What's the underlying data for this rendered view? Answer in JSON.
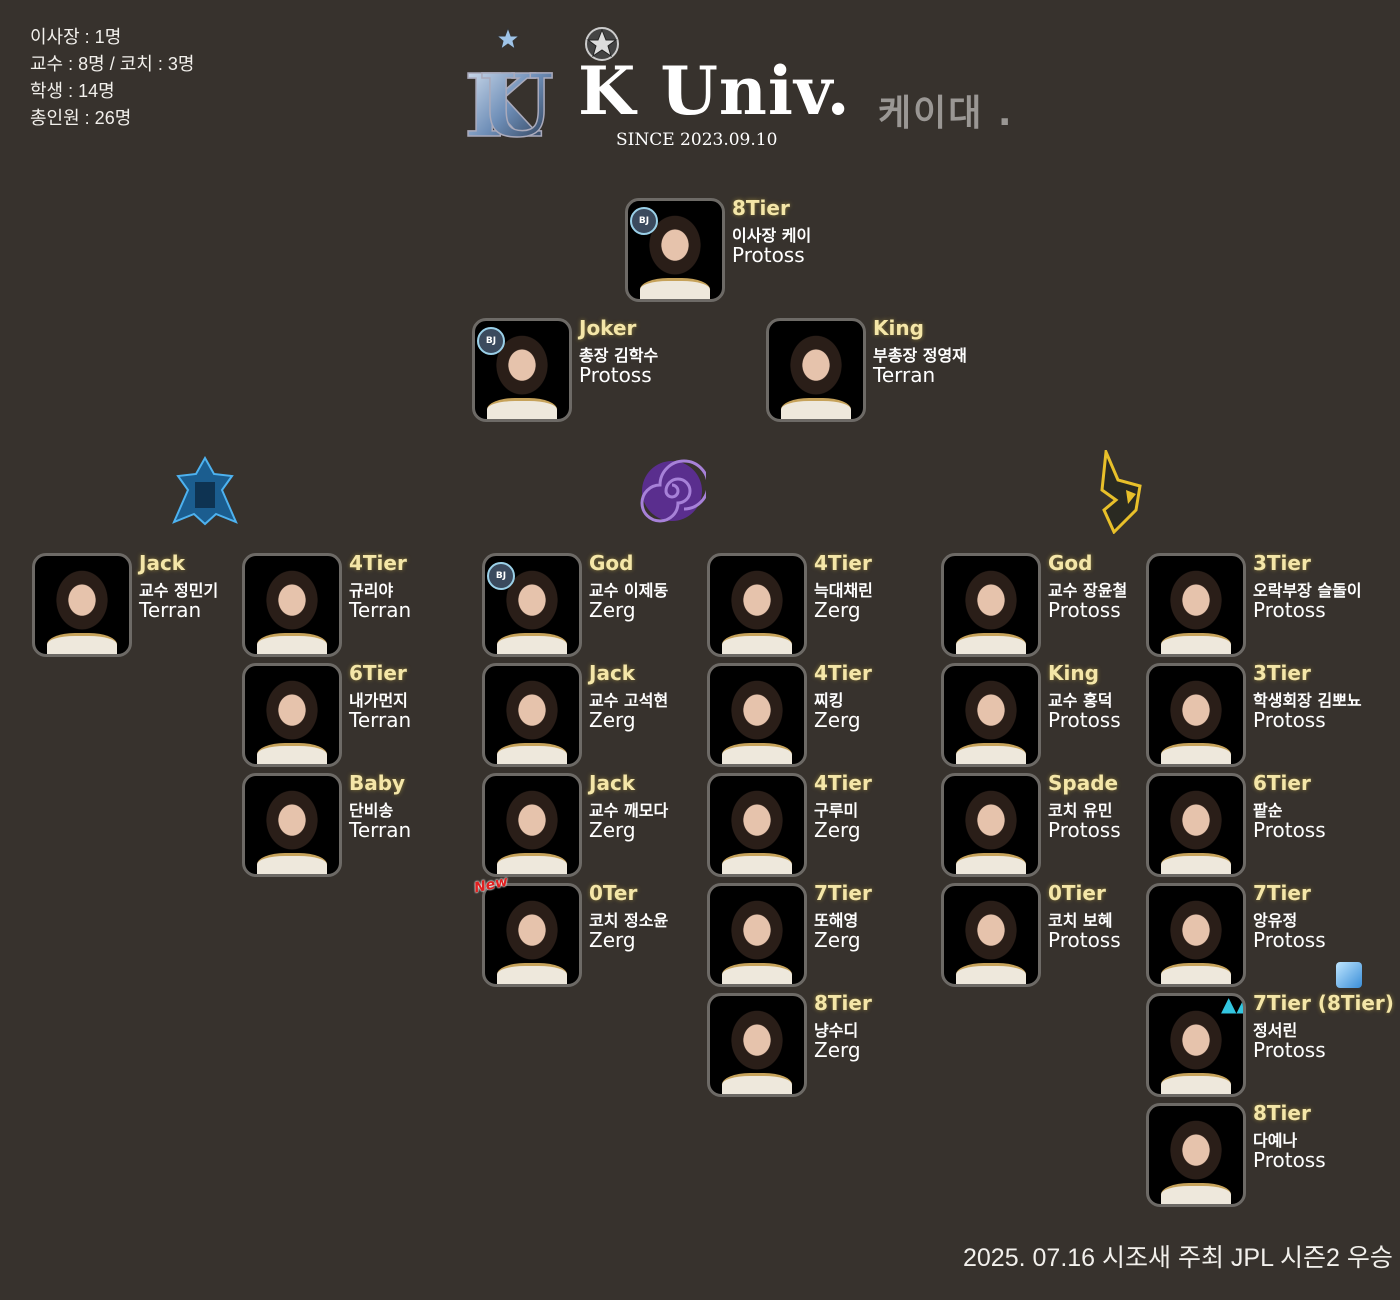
{
  "stats": [
    "이사장 : 1명",
    "교수 : 8명 / 코치 : 3명",
    "학생 : 14명",
    "총인원 : 26명"
  ],
  "logo": {
    "mark": "KU",
    "title": "K Univ.",
    "korean": "케이대 .",
    "since": "SINCE  2023.09.10"
  },
  "colors": {
    "background": "#37322d",
    "tier": "#f4e6a8",
    "terran": "#1f7fc0",
    "zerg": "#6a3aa8",
    "protoss": "#e8c02a"
  },
  "race_icons": [
    "terran-icon",
    "zerg-icon",
    "protoss-icon"
  ],
  "members": [
    {
      "tier": "8Tier",
      "name": "이사장 케이",
      "race": "Protoss",
      "bj": "BJ"
    },
    {
      "tier": "Joker",
      "name": "총장 김학수",
      "race": "Protoss",
      "bj": "BJ"
    },
    {
      "tier": "King",
      "name": "부총장 정영재",
      "race": "Terran"
    },
    {
      "tier": "Jack",
      "name": "교수 정민기",
      "race": "Terran"
    },
    {
      "tier": "4Tier",
      "name": "규리야",
      "race": "Terran"
    },
    {
      "tier": "6Tier",
      "name": "내가먼지",
      "race": "Terran"
    },
    {
      "tier": "Baby",
      "name": "단비송",
      "race": "Terran"
    },
    {
      "tier": "God",
      "name": "교수 이제동",
      "race": "Zerg",
      "bj": "BJ"
    },
    {
      "tier": "Jack",
      "name": "교수 고석현",
      "race": "Zerg"
    },
    {
      "tier": "Jack",
      "name": "교수 깨모다",
      "race": "Zerg"
    },
    {
      "tier": "0Ter",
      "name": "코치 정소윤",
      "race": "Zerg",
      "new": "New"
    },
    {
      "tier": "4Tier",
      "name": "늑대채린",
      "race": "Zerg"
    },
    {
      "tier": "4Tier",
      "name": "찌킹",
      "race": "Zerg"
    },
    {
      "tier": "4Tier",
      "name": "구루미",
      "race": "Zerg"
    },
    {
      "tier": "7Tier",
      "name": "또해영",
      "race": "Zerg"
    },
    {
      "tier": "8Tier",
      "name": "냥수디",
      "race": "Zerg"
    },
    {
      "tier": "God",
      "name": "교수 장윤철",
      "race": "Protoss"
    },
    {
      "tier": "King",
      "name": "교수 홍덕",
      "race": "Protoss"
    },
    {
      "tier": "Spade",
      "name": "코치 유민",
      "race": "Protoss"
    },
    {
      "tier": "0Tier",
      "name": "코치 보혜",
      "race": "Protoss"
    },
    {
      "tier": "3Tier",
      "name": "오락부장 슬돌이",
      "race": "Protoss"
    },
    {
      "tier": "3Tier",
      "name": "학생회장 김뽀뇨",
      "race": "Protoss"
    },
    {
      "tier": "6Tier",
      "name": "팥순",
      "race": "Protoss"
    },
    {
      "tier": "7Tier",
      "name": "앙유정",
      "race": "Protoss"
    },
    {
      "tier": "7Tier (8Tier)",
      "name": "정서린",
      "race": "Protoss",
      "up": "▲▲"
    },
    {
      "tier": "8Tier",
      "name": "다예나",
      "race": "Protoss"
    }
  ],
  "footer": "2025. 07.16 시조새 주최 JPL 시즌2 우승"
}
